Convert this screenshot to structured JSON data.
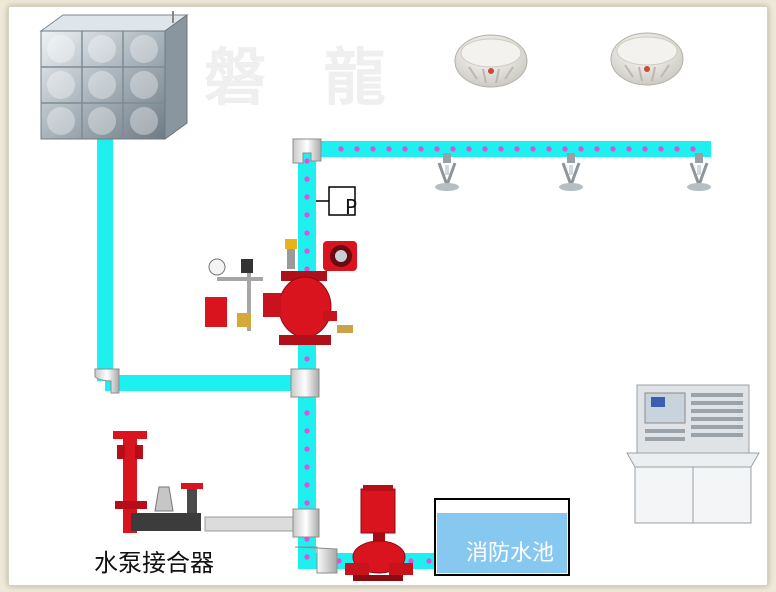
{
  "labels": {
    "watermark": "磐 龍",
    "pressure_switch": "P",
    "pump_adapter": "水泵接合器",
    "fire_pool": "消防水池"
  },
  "colors": {
    "pipe_water": "#1ef0f0",
    "flow_dot": "#e64bd9",
    "valve_red": "#d9141e",
    "dry_pipe": "#d9d9d9",
    "pool_fill": "#87c8f0",
    "tank_steel": "#b9c4cc"
  },
  "components": [
    "water-tank",
    "smoke-detector",
    "smoke-detector",
    "sprinkler-head",
    "sprinkler-head",
    "sprinkler-head",
    "alarm-valve-group",
    "pressure-switch",
    "fire-pump",
    "fire-pool",
    "pump-adapter",
    "fire-control-panel"
  ]
}
